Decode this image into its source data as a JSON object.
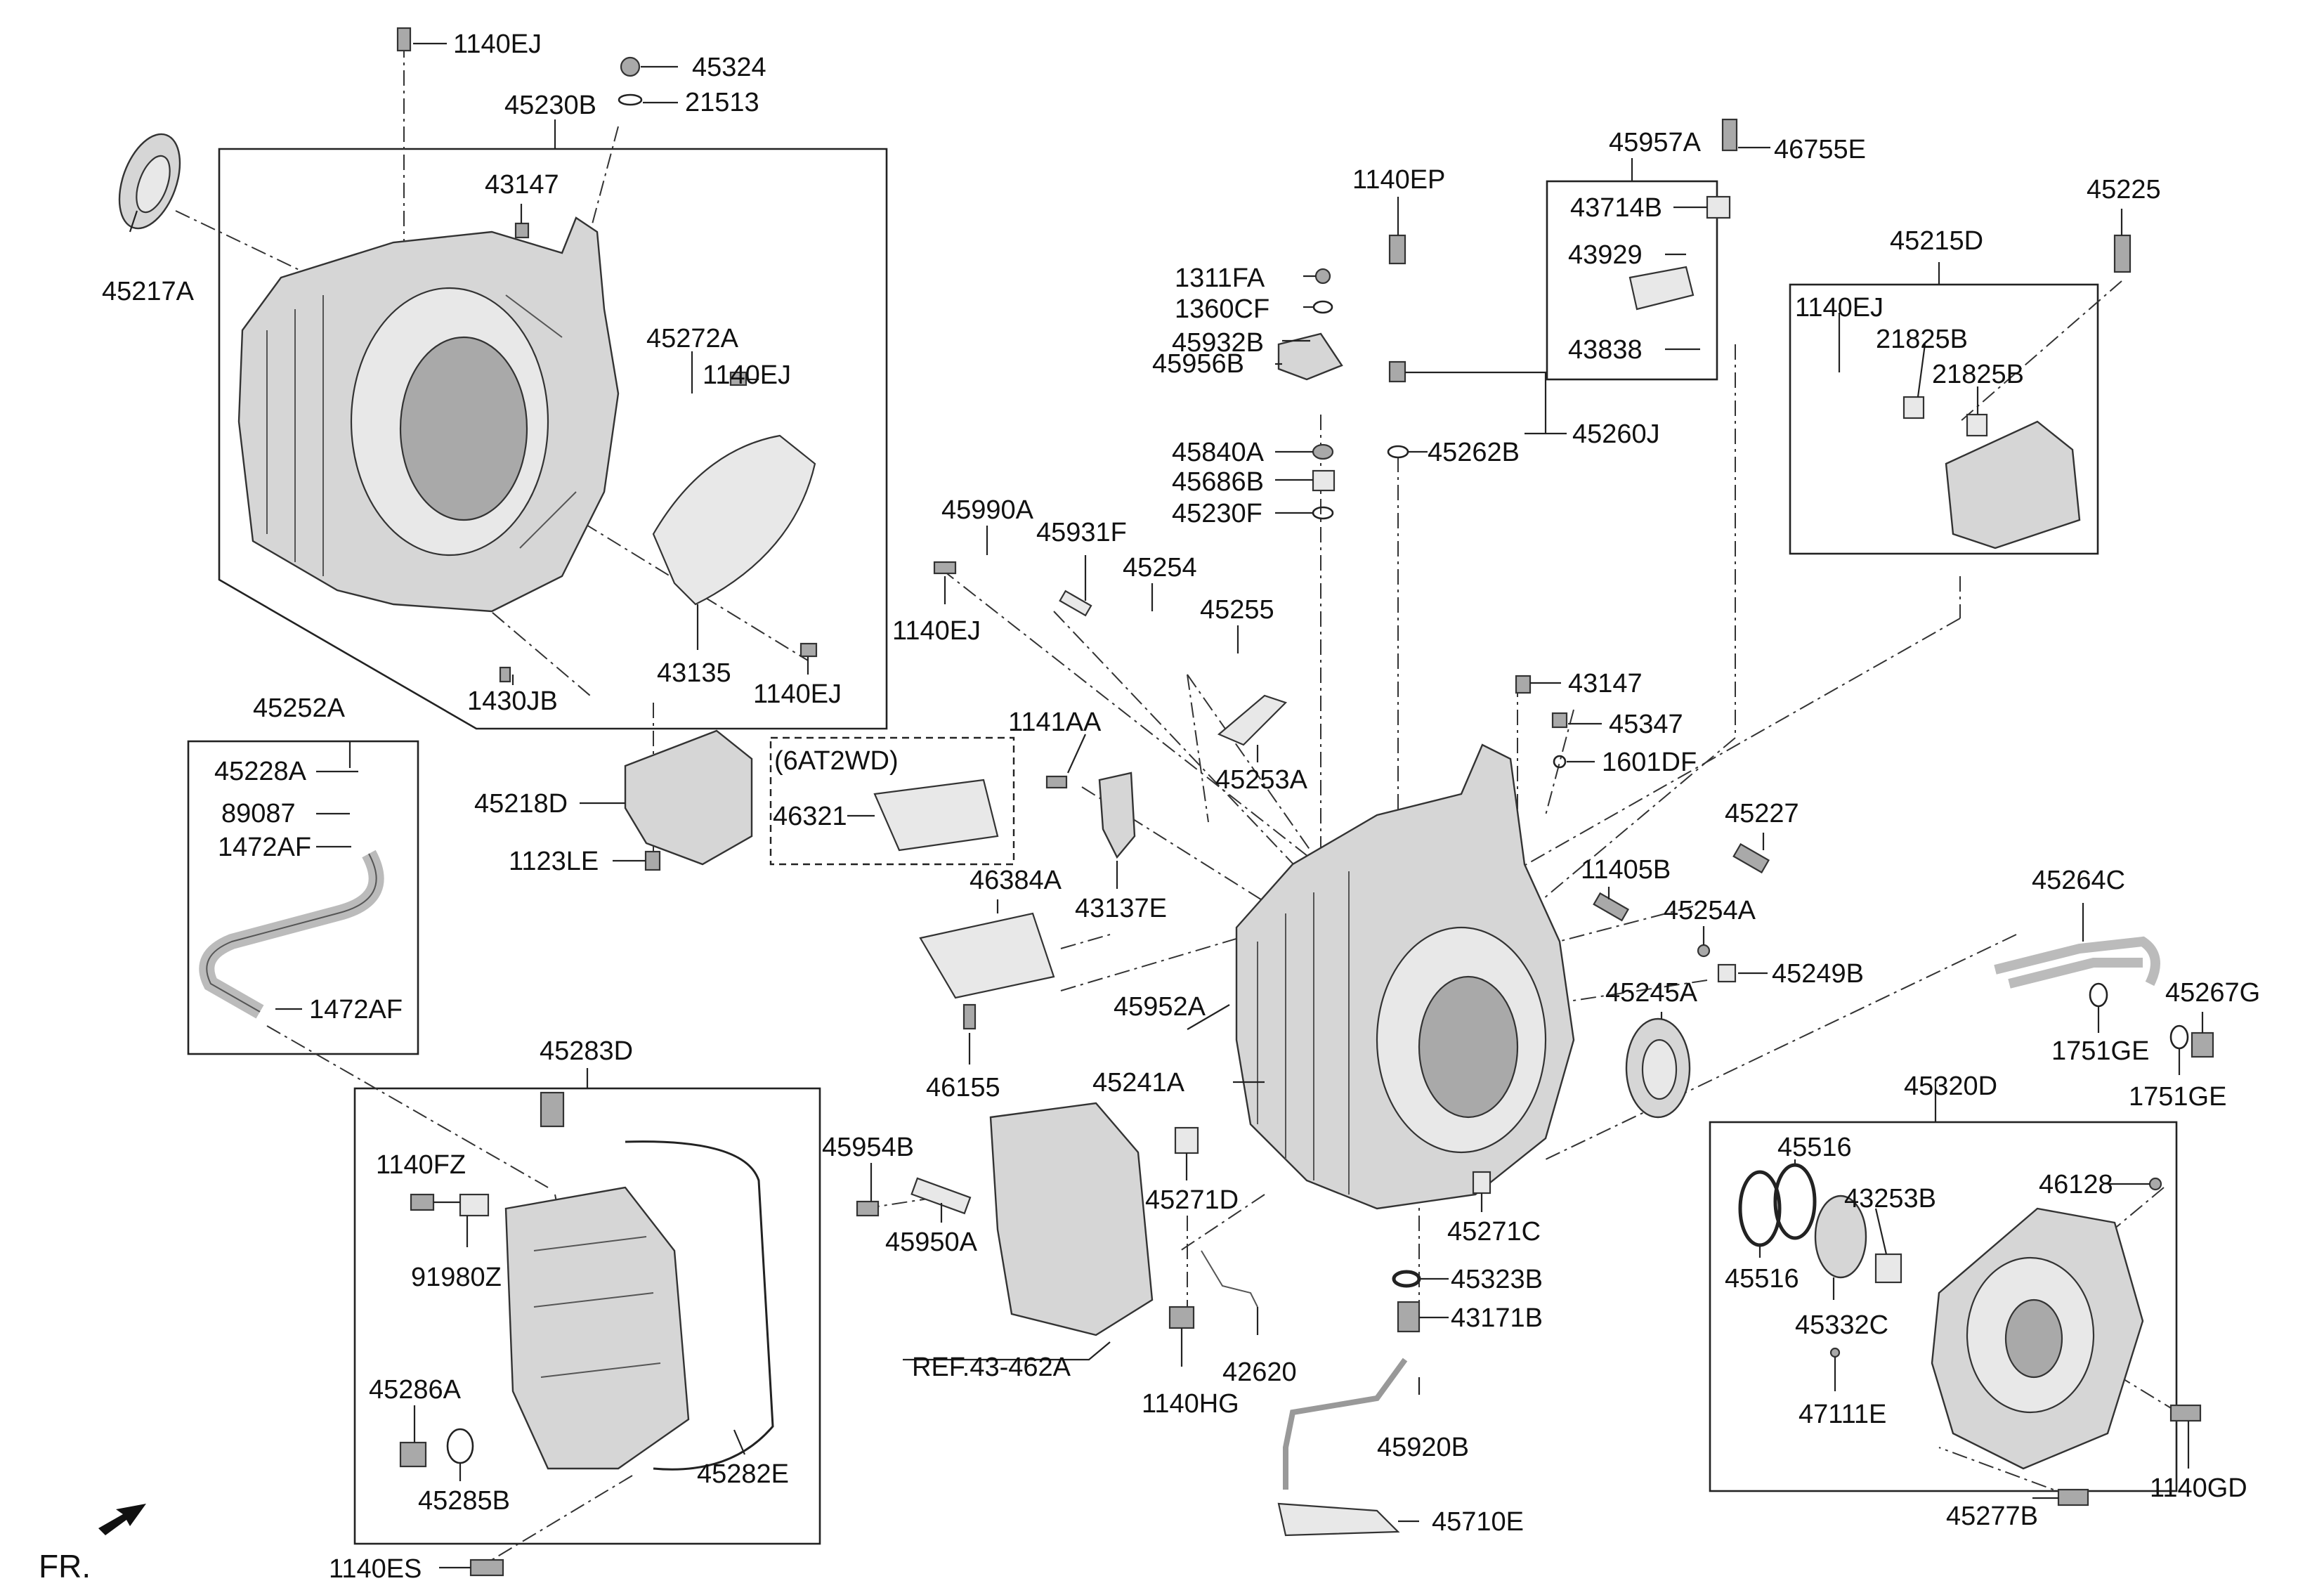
{
  "labels": {
    "l_1140EJ_a": "1140EJ",
    "l_45324": "45324",
    "l_21513": "21513",
    "l_45230B": "45230B",
    "l_43147_a": "43147",
    "l_45217A": "45217A",
    "l_45272A": "45272A",
    "l_1140EJ_b": "1140EJ",
    "l_43135": "43135",
    "l_1140EJ_c": "1140EJ",
    "l_1430JB": "1430JB",
    "l_45252A": "45252A",
    "l_45228A": "45228A",
    "l_89087": "89087",
    "l_1472AF_a": "1472AF",
    "l_1472AF_b": "1472AF",
    "l_45218D": "45218D",
    "l_1123LE": "1123LE",
    "l_6AT2WD": "(6AT2WD)",
    "l_46321": "46321",
    "l_45990A": "45990A",
    "l_45931F": "45931F",
    "l_1140EJ_d": "1140EJ",
    "l_45254": "45254",
    "l_45255": "45255",
    "l_1141AA": "1141AA",
    "l_45253A": "45253A",
    "l_43137E": "43137E",
    "l_46384A": "46384A",
    "l_46155": "46155",
    "l_45952A": "45952A",
    "l_45241A": "45241A",
    "l_1140EP": "1140EP",
    "l_1311FA": "1311FA",
    "l_1360CF": "1360CF",
    "l_45932B": "45932B",
    "l_45956B": "45956B",
    "l_45840A": "45840A",
    "l_45686B": "45686B",
    "l_45230F": "45230F",
    "l_45262B": "45262B",
    "l_45260J": "45260J",
    "l_45957A": "45957A",
    "l_46755E": "46755E",
    "l_43714B": "43714B",
    "l_43929": "43929",
    "l_43838": "43838",
    "l_45225": "45225",
    "l_45215D": "45215D",
    "l_1140EJ_e": "1140EJ",
    "l_21825B_a": "21825B",
    "l_21825B_b": "21825B",
    "l_43147_b": "43147",
    "l_45347": "45347",
    "l_1601DF": "1601DF",
    "l_45227": "45227",
    "l_11405B": "11405B",
    "l_45254A": "45254A",
    "l_45249B": "45249B",
    "l_45245A": "45245A",
    "l_45264C": "45264C",
    "l_45267G": "45267G",
    "l_1751GE_a": "1751GE",
    "l_1751GE_b": "1751GE",
    "l_45283D": "45283D",
    "l_1140FZ": "1140FZ",
    "l_91980Z": "91980Z",
    "l_45286A": "45286A",
    "l_45285B": "45285B",
    "l_45282E": "45282E",
    "l_1140ES": "1140ES",
    "l_45954B": "45954B",
    "l_45950A": "45950A",
    "l_REF": "REF.43-462A",
    "l_45271D": "45271D",
    "l_45271C": "45271C",
    "l_42620": "42620",
    "l_1140HG": "1140HG",
    "l_45323B": "45323B",
    "l_43171B": "43171B",
    "l_45920B": "45920B",
    "l_45710E": "45710E",
    "l_45320D": "45320D",
    "l_45516_a": "45516",
    "l_45516_b": "45516",
    "l_43253B": "43253B",
    "l_46128": "46128",
    "l_45332C": "45332C",
    "l_47111E": "47111E",
    "l_1140GD": "1140GD",
    "l_45277B": "45277B",
    "l_FR": "FR."
  }
}
